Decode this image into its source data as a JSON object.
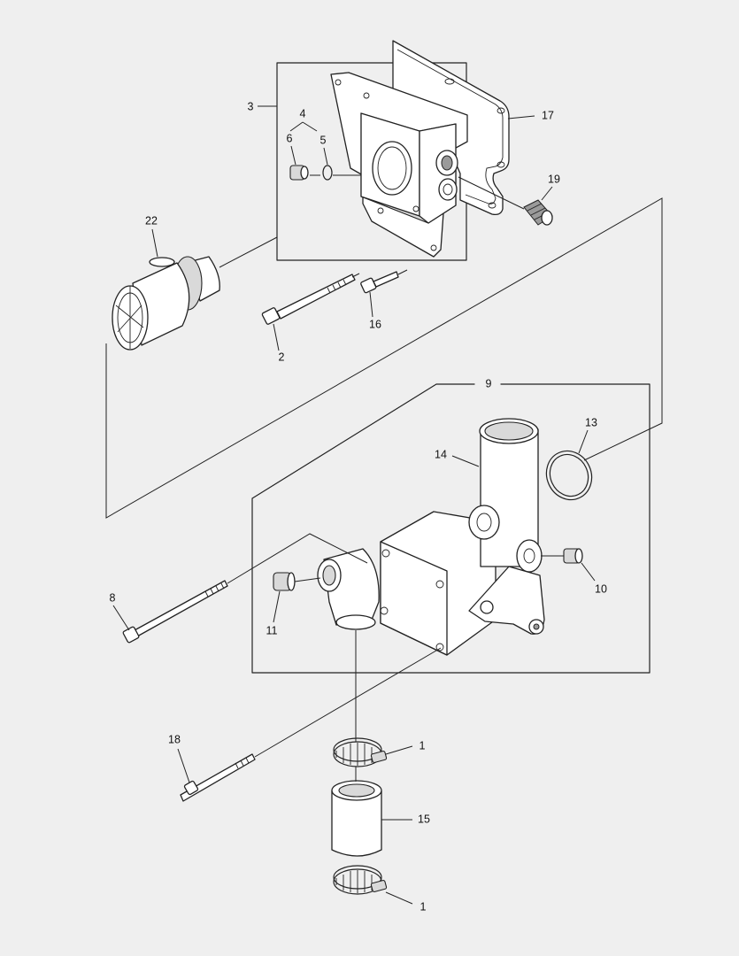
{
  "labels": {
    "p1a": "1",
    "p1b": "1",
    "p2": "2",
    "p3": "3",
    "p4": "4",
    "p5": "5",
    "p6": "6",
    "p8": "8",
    "p9": "9",
    "p10": "10",
    "p11": "11",
    "p13": "13",
    "p14": "14",
    "p15": "15",
    "p16": "16",
    "p17": "17",
    "p18": "18",
    "p19": "19",
    "p22": "22"
  }
}
